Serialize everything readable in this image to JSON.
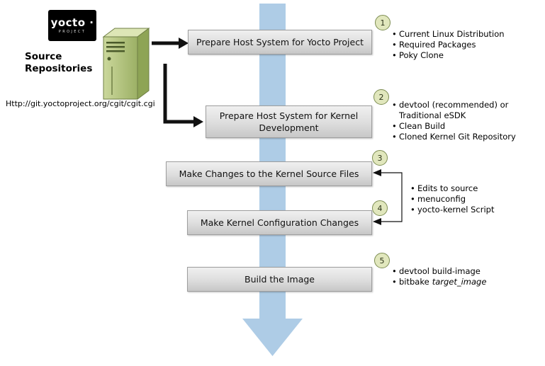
{
  "logo": {
    "brand": "yocto ·",
    "subtitle": "PROJECT"
  },
  "source": {
    "title": "Source Repositories",
    "url": "Http://git.yoctoproject.org/cgit/cgit.cgi"
  },
  "steps": [
    {
      "num": "1",
      "label": "Prepare Host System for Yocto Project",
      "bullets": [
        "Current Linux Distribution",
        "Required Packages",
        "Poky Clone"
      ]
    },
    {
      "num": "2",
      "label": "Prepare Host System for Kernel Development",
      "bullets": [
        "devtool (recommended) or Traditional eSDK",
        "Clean Build",
        "Cloned Kernel Git Repository"
      ]
    },
    {
      "num": "3",
      "label": "Make Changes to the Kernel Source Files"
    },
    {
      "num": "4",
      "label": "Make Kernel Configuration Changes"
    },
    {
      "num": "5",
      "label": "Build the Image",
      "bullets": [
        "devtool build-image"
      ],
      "bitbake_prefix": "bitbake",
      "bitbake_italic": "target_image"
    }
  ],
  "shared_bullets": [
    "Edits to source",
    "menuconfig",
    "yocto-kernel Script"
  ],
  "colors": {
    "flow_arrow_blue": "#aecce6",
    "step_box_gray": "#d8d8d8",
    "circle_fill": "#e1e7bd",
    "circle_border": "#7d8d52",
    "server_green": "#a9bd77",
    "connector_black": "#111111"
  }
}
